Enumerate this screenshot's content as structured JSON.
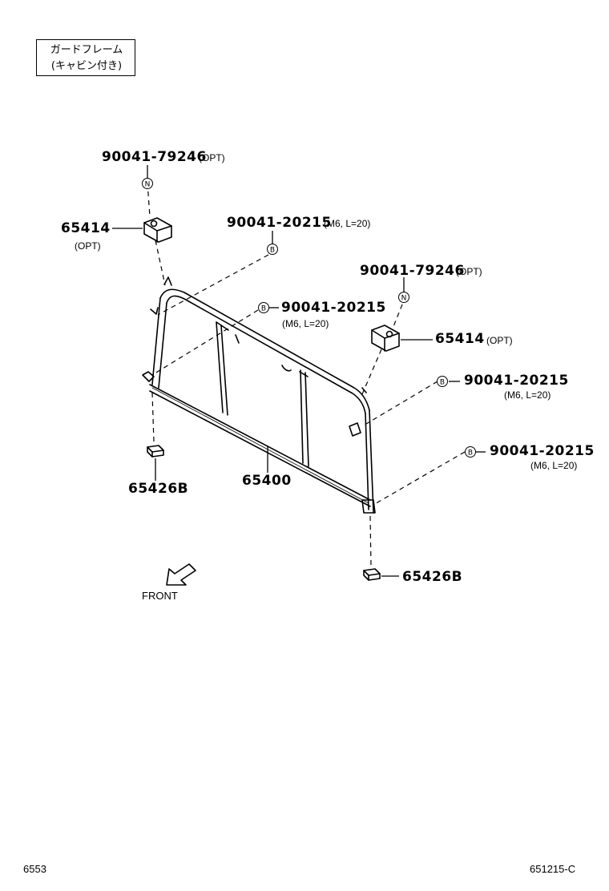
{
  "title": {
    "line1": "ガードフレーム",
    "line2": "(キャビン付き)"
  },
  "callouts": {
    "bolt_top": {
      "number": "90041-79246",
      "spec": "(OPT)",
      "marker": "N"
    },
    "bracket_left": {
      "number": "65414",
      "spec": "(OPT)"
    },
    "bolt_upper_center": {
      "number": "90041-20215",
      "spec": "(M6, L=20)",
      "marker": "B"
    },
    "bolt_right_upper": {
      "number": "90041-79246",
      "spec": "(OPT)",
      "marker": "N"
    },
    "bolt_left_mid": {
      "number": "90041-20215",
      "spec": "(M6, L=20)",
      "marker": "B"
    },
    "bracket_right": {
      "number": "65414",
      "spec": "(OPT)"
    },
    "bolt_right_mid": {
      "number": "90041-20215",
      "spec": "(M6, L=20)",
      "marker": "B"
    },
    "bolt_right_low": {
      "number": "90041-20215",
      "spec": "(M6, L=20)",
      "marker": "B"
    },
    "guard_frame": {
      "number": "65400"
    },
    "cushion_left": {
      "number": "65426B"
    },
    "cushion_right": {
      "number": "65426B"
    }
  },
  "direction": {
    "label": "FRONT",
    "icon": "front-arrow-icon"
  },
  "footer": {
    "left_code": "6553",
    "right_code": "651215-C"
  }
}
